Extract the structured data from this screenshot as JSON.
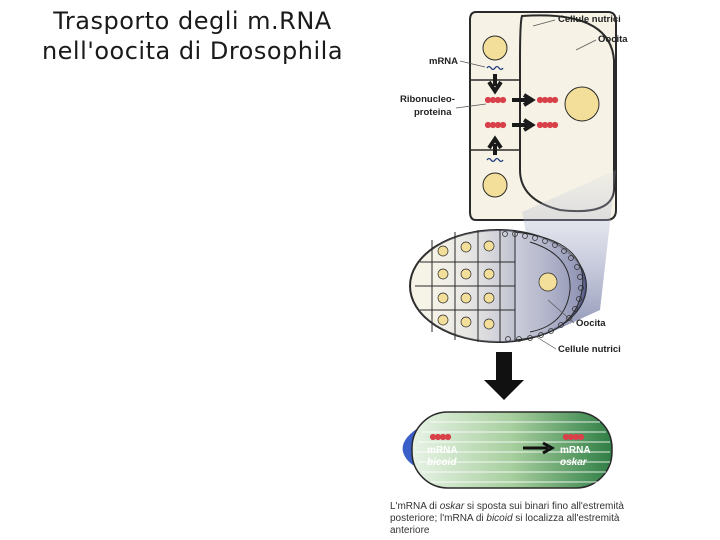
{
  "title_line1": "Trasporto degli m.RNA",
  "title_line2": "nell'oocita di Drosophila",
  "labels": {
    "cellule_nutrici_top": "Cellule nutrici",
    "oocita_top": "Oocita",
    "mrna": "mRNA",
    "ribonucleo_1": "Ribonucleo-",
    "ribonucleo_2": "proteina",
    "oocita_mid": "Oocita",
    "cellule_nutrici_mid": "Cellule nutrici",
    "embryo_mrna_left": "mRNA",
    "embryo_bicoid": "bicoid",
    "embryo_mrna_right": "mRNA",
    "embryo_oskar": "oskar"
  },
  "caption": {
    "line1_a": "L'mRNA di ",
    "line1_b": "oskar",
    "line1_c": " si sposta sui binari fino all'estremità",
    "line2_a": "posteriore; l'mRNA di ",
    "line2_b": "bicoid",
    "line2_c": " si localizza all'estremità",
    "line3": "anteriore"
  },
  "colors": {
    "cell_fill": "#f6f3e6",
    "nucleus": "#f3df9a",
    "rnp": "#d9414a",
    "embryo": "#4a9a5a",
    "bicoid_blue": "#3a5fc8",
    "shade": "#8a90b8"
  }
}
